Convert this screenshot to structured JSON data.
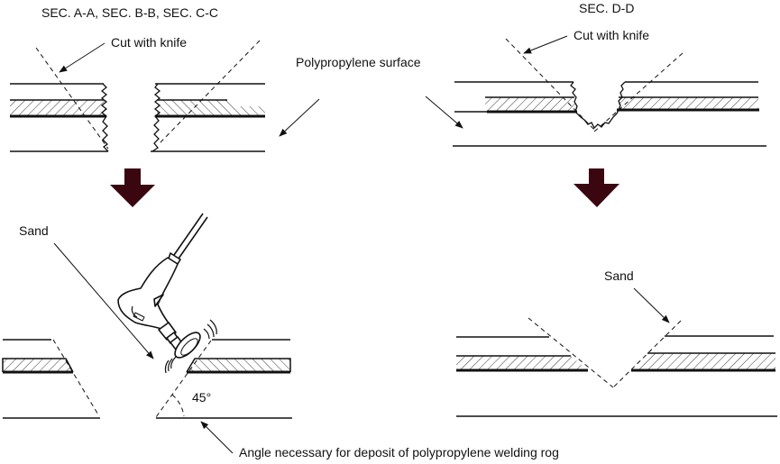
{
  "diagram": {
    "left_panel": {
      "section_title": "SEC. A-A, SEC. B-B, SEC. C-C",
      "cut_label": "Cut with knife",
      "sand_label": "Sand",
      "angle_label": "45°"
    },
    "right_panel": {
      "section_title": "SEC. D-D",
      "cut_label": "Cut with knife",
      "sand_label": "Sand"
    },
    "shared": {
      "surface_label": "Polypropylene surface",
      "caption": "Angle necessary for deposit of polypropylene welding rog"
    },
    "colors": {
      "step_arrow": "#3a0610",
      "line": "#111111"
    },
    "icons": [
      "step-down-arrow",
      "sander-tool",
      "hatch-pattern"
    ]
  }
}
